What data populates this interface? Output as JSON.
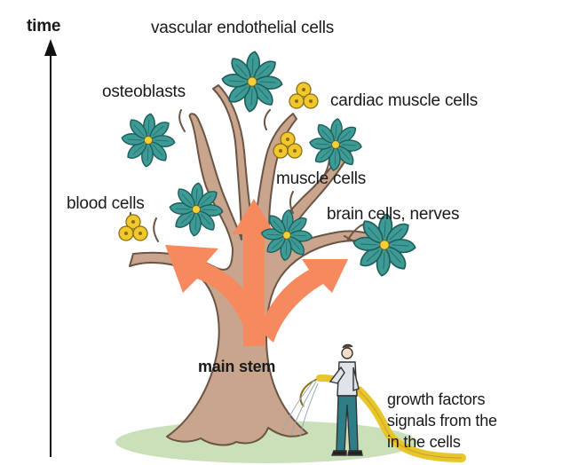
{
  "labels": {
    "time": "time",
    "vascular": "vascular endothelial cells",
    "osteoblasts": "osteoblasts",
    "cardiac": "cardiac muscle cells",
    "muscle": "muscle cells",
    "blood": "blood cells",
    "brain": "brain cells, nerves",
    "main_stem": "main stem",
    "growth_line1": "growth factors",
    "growth_line2": "signals from the",
    "growth_line3": "in the cells"
  },
  "icons": {
    "time_arrow": "up-arrow-icon",
    "flower": "stem-cell-flower-icon",
    "cluster": "cell-cluster-icon",
    "gardener": "gardener-figure",
    "hose": "watering-hose"
  },
  "colors": {
    "trunk": "#c9a58e",
    "trunk_outline": "#6b5444",
    "arrow": "#f6895e",
    "petal": "#3d9a94",
    "petal_dark": "#1f5f5c",
    "flower_center": "#f2d03a",
    "cluster_cell": "#f1c72e",
    "grass": "#c9e0b8",
    "hose": "#e8c52a",
    "shirt": "#dfe4ea",
    "trousers": "#2f7d86"
  }
}
